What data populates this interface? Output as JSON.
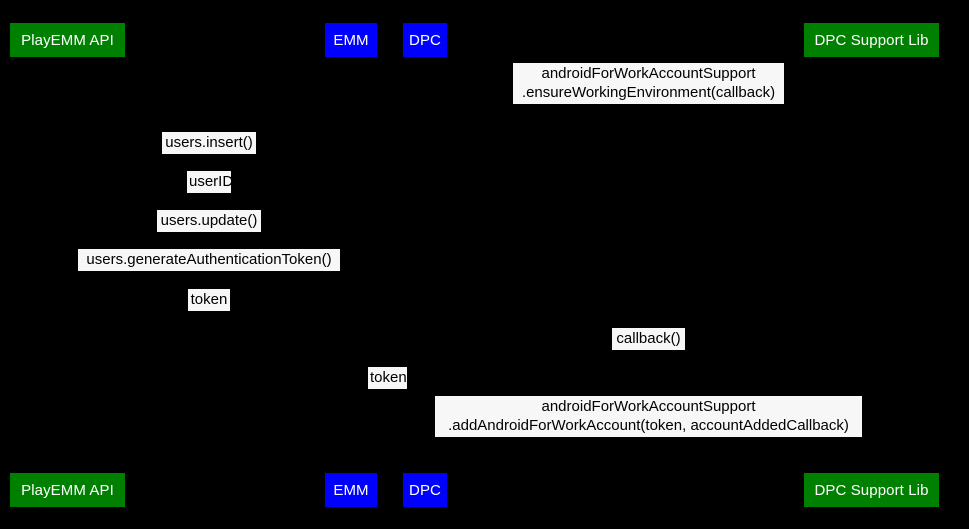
{
  "diagram": {
    "title": "androidForWorkAccountSupport sequence diagram",
    "type": "uml-sequence-diagram",
    "background_color": "#000000",
    "label_box_color": "#f7f7f7",
    "label_text_color": "#000000",
    "participant_text_color": "#ffffff",
    "colors": {
      "green": "#008000",
      "blue": "#0000ff",
      "black": "#000000",
      "white": "#ffffff"
    }
  },
  "participants": [
    {
      "id": "playemm",
      "label": "PlayEMM API",
      "color": "green"
    },
    {
      "id": "emm",
      "label": "EMM",
      "color": "blue"
    },
    {
      "id": "dpc",
      "label": "DPC",
      "color": "blue"
    },
    {
      "id": "supportlib",
      "label": "DPC Support Lib",
      "color": "green"
    }
  ],
  "participants_bottom": [
    {
      "id": "playemm",
      "label": "PlayEMM API",
      "color": "green"
    },
    {
      "id": "emm",
      "label": "EMM",
      "color": "blue"
    },
    {
      "id": "dpc",
      "label": "DPC",
      "color": "blue"
    },
    {
      "id": "supportlib",
      "label": "DPC Support Lib",
      "color": "green"
    }
  ],
  "messages": [
    {
      "index": 1,
      "from": "dpc",
      "to": "supportlib",
      "direction": "right",
      "line1": "androidForWorkAccountSupport",
      "line2": ".ensureWorkingEnvironment(callback)",
      "text": "androidForWorkAccountSupport\n.ensureWorkingEnvironment(callback)"
    },
    {
      "index": 2,
      "from": "emm",
      "to": "playemm",
      "direction": "left",
      "line1": "users.insert()",
      "line2": "",
      "text": "users.insert()"
    },
    {
      "index": 3,
      "from": "playemm",
      "to": "emm",
      "direction": "right",
      "line1": "userID",
      "line2": "",
      "text": "userID"
    },
    {
      "index": 4,
      "from": "emm",
      "to": "playemm",
      "direction": "left",
      "line1": "users.update()",
      "line2": "",
      "text": "users.update()"
    },
    {
      "index": 5,
      "from": "emm",
      "to": "playemm",
      "direction": "left",
      "line1": "users.generateAuthenticationToken()",
      "line2": "",
      "text": "users.generateAuthenticationToken()"
    },
    {
      "index": 6,
      "from": "playemm",
      "to": "emm",
      "direction": "right",
      "line1": "token",
      "line2": "",
      "text": "token"
    },
    {
      "index": 7,
      "from": "supportlib",
      "to": "dpc",
      "direction": "left",
      "line1": "callback()",
      "line2": "",
      "text": "callback()"
    },
    {
      "index": 8,
      "from": "emm",
      "to": "dpc",
      "direction": "right",
      "line1": "token",
      "line2": "",
      "text": "token"
    },
    {
      "index": 9,
      "from": "dpc",
      "to": "supportlib",
      "direction": "right",
      "line1": "androidForWorkAccountSupport",
      "line2": ".addAndroidForWorkAccount(token, accountAddedCallback)",
      "text": "androidForWorkAccountSupport\n.addAndroidForWorkAccount(token, accountAddedCallback)"
    }
  ]
}
